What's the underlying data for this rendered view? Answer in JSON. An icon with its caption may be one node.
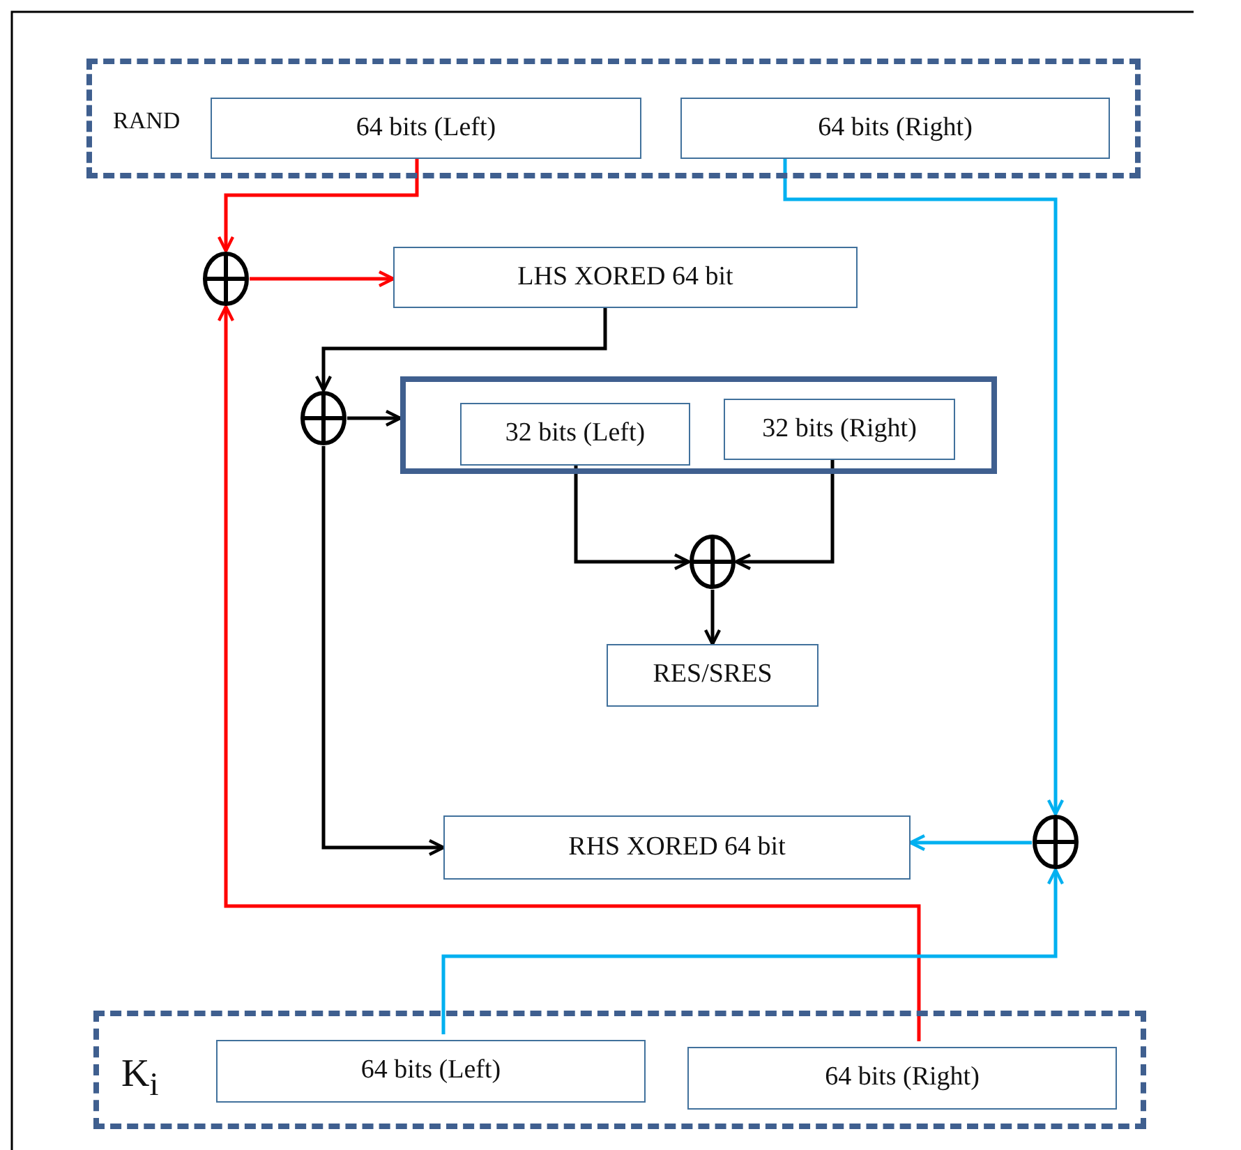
{
  "diagram": {
    "nodes": [
      {
        "text": [
          "RAND"
        ]
      },
      {
        "text": [
          "64 bits (Left)"
        ],
        "in": 0
      },
      {
        "text": [
          "64 bits (Right)"
        ],
        "in": 0
      },
      {
        "text": [],
        "shape": "circle"
      },
      {
        "text": [
          "LHS XORED 64 bit"
        ]
      },
      {
        "text": [],
        "shape": "circle"
      },
      {
        "text": [],
        "shape": "box"
      },
      {
        "text": [
          "32 bits (Left)"
        ],
        "in": 6
      },
      {
        "text": [
          "32 bits (Right)"
        ],
        "in": 6
      },
      {
        "text": [],
        "shape": "circle"
      },
      {
        "text": [
          "RES/SRES"
        ]
      },
      {
        "text": [
          "RHS XORED 64 bit"
        ]
      },
      {
        "text": [],
        "shape": "circle"
      },
      {
        "text": [
          "K$_{i}$"
        ]
      },
      {
        "text": [
          "64 bits (Left)"
        ],
        "in": 13
      },
      {
        "text": [
          "64 bits (Right)"
        ],
        "in": 13
      }
    ],
    "edges": [
      {
        "from": 1,
        "to": 3,
        "arrow": "to",
        "color": "#ff0000"
      },
      {
        "from": 3,
        "to": 4,
        "arrow": "to",
        "color": "#ff0000"
      },
      {
        "from": 15,
        "to": 3,
        "arrow": "to",
        "color": "#ff0000"
      },
      {
        "from": 4,
        "to": 5,
        "arrow": "to"
      },
      {
        "from": 5,
        "to": 6,
        "arrow": "to"
      },
      {
        "from": 5,
        "to": 11,
        "arrow": "to"
      },
      {
        "from": 7,
        "to": 9,
        "arrow": "to"
      },
      {
        "from": 8,
        "to": 9,
        "arrow": "to"
      },
      {
        "from": 9,
        "to": 10,
        "arrow": "to"
      },
      {
        "from": 2,
        "to": 12,
        "arrow": "to",
        "color": "#00b0f0"
      },
      {
        "from": 14,
        "to": 12,
        "arrow": "to",
        "color": "#00b0f0"
      },
      {
        "from": 12,
        "to": 11,
        "arrow": "to",
        "color": "#00b0f0"
      }
    ]
  }
}
